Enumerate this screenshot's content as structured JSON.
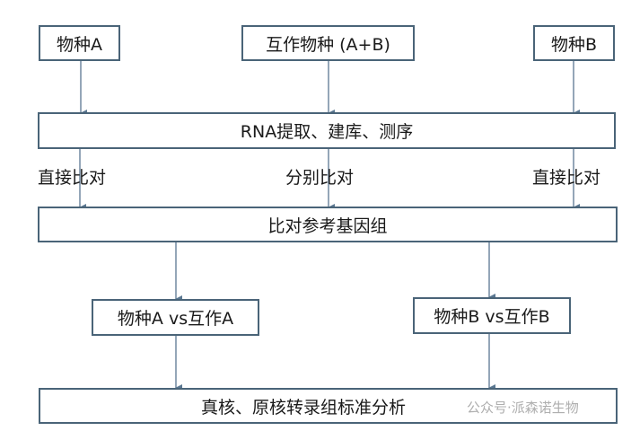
{
  "diagram": {
    "top_nodes": {
      "species_a": "物种A",
      "coculture": "互作物种 (A+B)",
      "species_b": "物种B"
    },
    "step_rna": "RNA提取、建库、测序",
    "mapping_labels": {
      "left": "直接比对",
      "middle": "分别比对",
      "right": "直接比对"
    },
    "step_reference": "比对参考基因组",
    "comparisons": {
      "left": "物种A vs互作A",
      "right": "物种B vs互作B"
    },
    "step_analysis": "真核、原核转录组标准分析",
    "watermark": "公众号·派森诺生物",
    "colors": {
      "border": "#4a6478",
      "arrow": "#5a7791"
    }
  }
}
